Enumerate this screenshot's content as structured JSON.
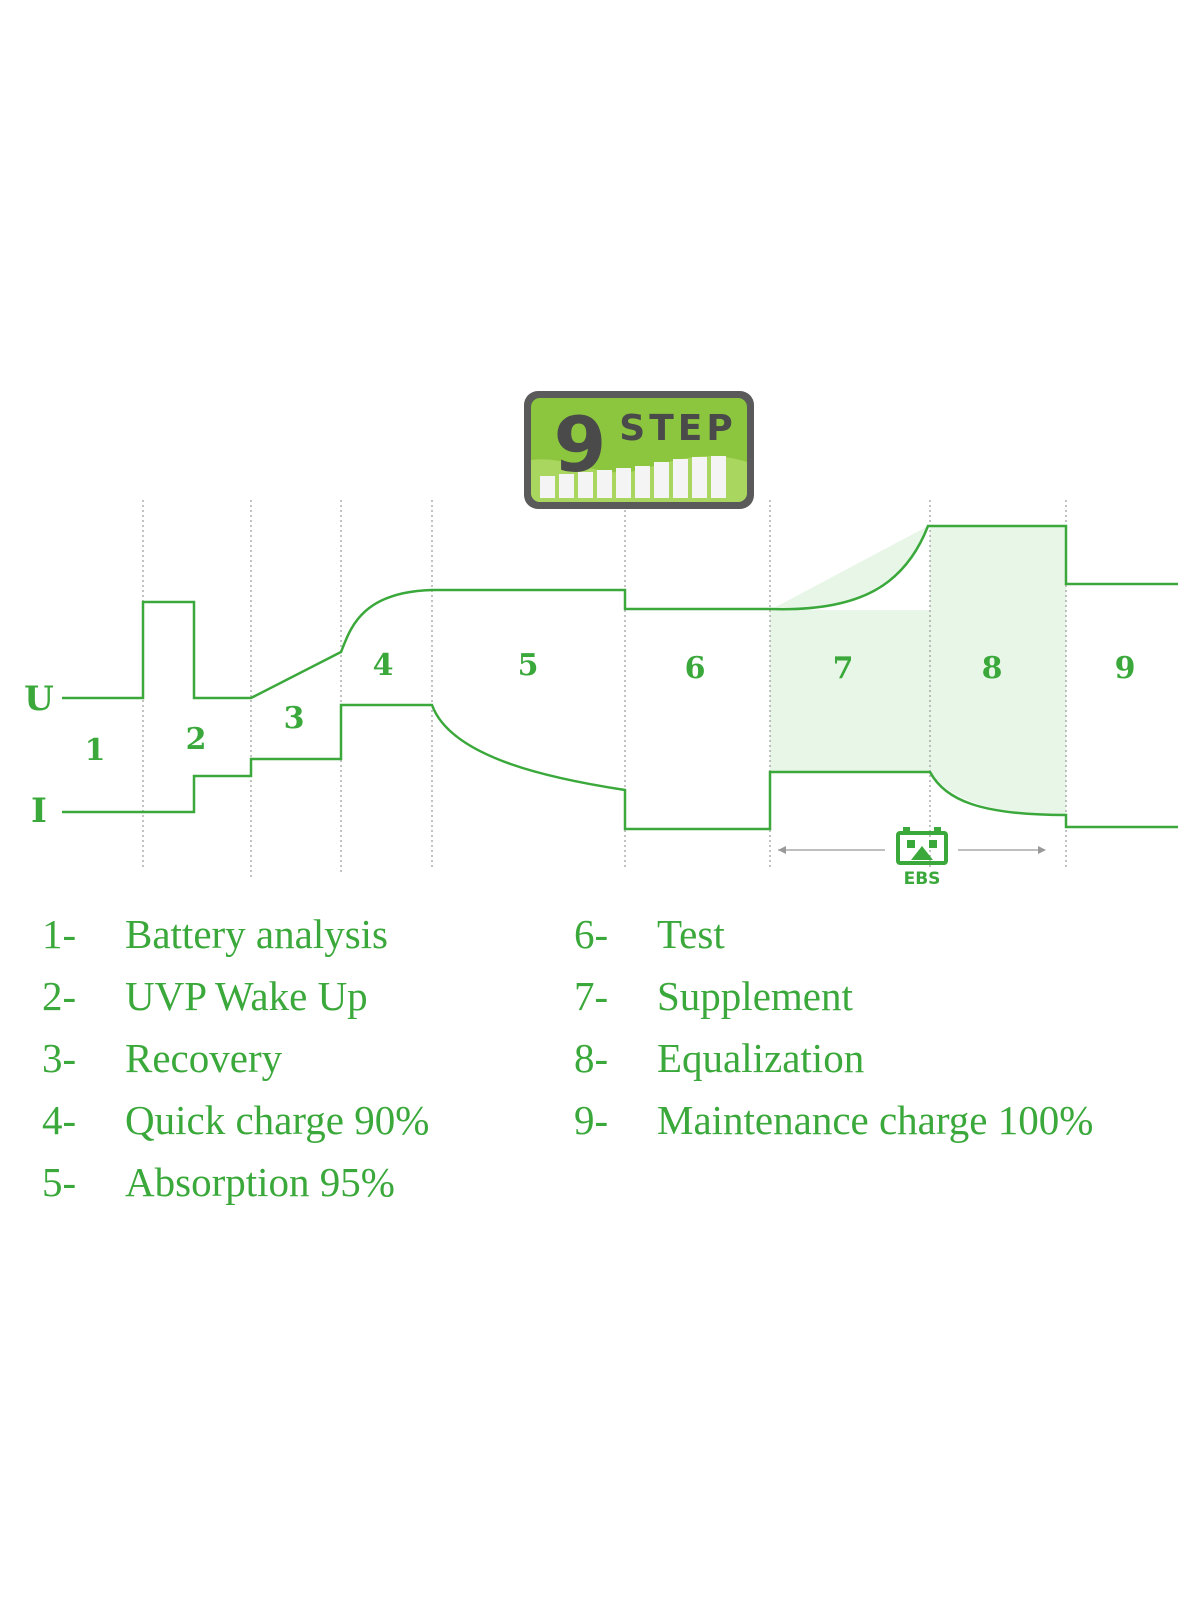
{
  "badge": {
    "number": "9",
    "word": "STEP"
  },
  "axes": {
    "voltage_label": "U",
    "current_label": "I"
  },
  "stages": [
    {
      "num": "1"
    },
    {
      "num": "2"
    },
    {
      "num": "3"
    },
    {
      "num": "4"
    },
    {
      "num": "5"
    },
    {
      "num": "6"
    },
    {
      "num": "7"
    },
    {
      "num": "8"
    },
    {
      "num": "9"
    }
  ],
  "ebs": {
    "label": "EBS"
  },
  "legend": [
    {
      "num": "1-",
      "text": "Battery analysis"
    },
    {
      "num": "2-",
      "text": "UVP Wake Up"
    },
    {
      "num": "3-",
      "text": "Recovery"
    },
    {
      "num": "4-",
      "text": "Quick charge 90%"
    },
    {
      "num": "5-",
      "text": "Absorption 95%"
    },
    {
      "num": "6-",
      "text": "Test"
    },
    {
      "num": "7-",
      "text": "Supplement"
    },
    {
      "num": "8-",
      "text": "Equalization"
    },
    {
      "num": "9-",
      "text": "Maintenance charge 100%"
    }
  ],
  "colors": {
    "accent": "#3aa83a",
    "fill": "#e8f6e8",
    "badge_green": "#8cc63f",
    "badge_border": "#555555"
  }
}
